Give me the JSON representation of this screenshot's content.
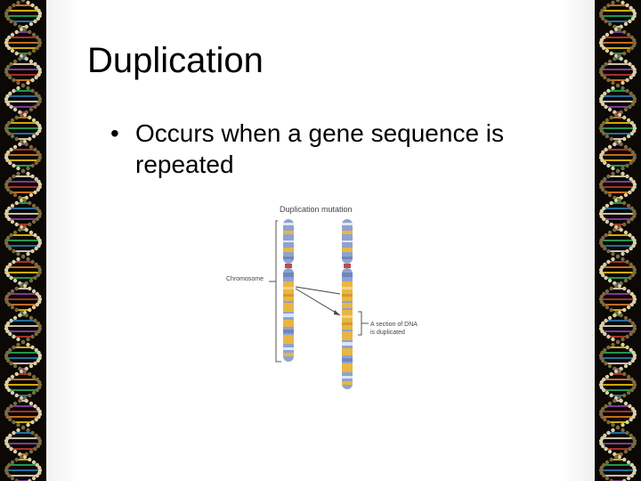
{
  "slide": {
    "title": "Duplication",
    "bullets": [
      {
        "marker": "•",
        "text": "Occurs when a gene sequence is repeated"
      }
    ]
  },
  "figure": {
    "caption": "Duplication mutation",
    "chromosome_label": "Chromosome",
    "duplicated_label_line1": "A section of DNA",
    "duplicated_label_line2": "is duplicated"
  },
  "colors": {
    "border": "#0b0805",
    "panel": "#ffffff",
    "chromosome_blue": "#8fa3cf",
    "chromosome_orange": "#e9b544",
    "centromere": "#c04a4a"
  }
}
